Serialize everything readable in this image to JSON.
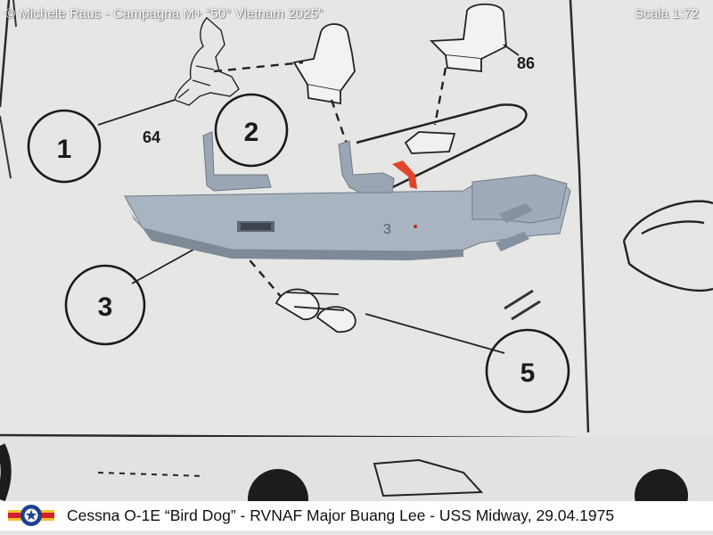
{
  "watermark": {
    "author_line": "© Michele Raus - Campagna M+ “50° Vietnam 2025”",
    "scale": "Scala 1:72"
  },
  "instructions": {
    "step_numbers": [
      "1",
      "2",
      "3",
      "5"
    ],
    "part_numbers": [
      "64",
      "86"
    ],
    "part_mark": "3"
  },
  "caption": {
    "text": "Cessna O-1E “Bird Dog” - RVNAF Major Buang Lee - USS Midway, 29.04.1975"
  },
  "colors": {
    "paper": "#e8e8e6",
    "plastic_part": "#a9b4c1",
    "ink": "#1a1a1a",
    "caption_bar": "#ffffff",
    "roundel_yellow": "#f2c230",
    "roundel_red": "#d4202a",
    "roundel_blue": "#1c3f8f"
  }
}
